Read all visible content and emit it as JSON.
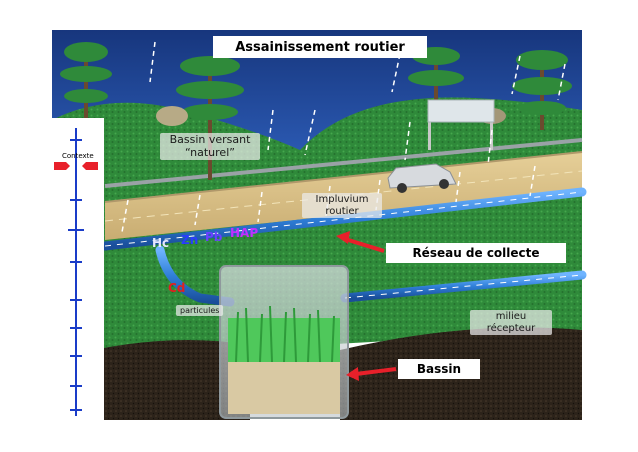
{
  "title": "Assainissement routier",
  "annotations": {
    "bassin_versant": "Bassin versant\n“naturel”",
    "impluvium": "Impluvium\nroutier",
    "particules": "particules",
    "milieu": "milieu\nrécepteur"
  },
  "callouts": {
    "reseau": "Réseau de collecte",
    "bassin": "Bassin"
  },
  "pollutants": [
    {
      "label": "Hc",
      "color": "#e8e8ff"
    },
    {
      "label": "Zn",
      "color": "#2a3cff"
    },
    {
      "label": "Pb",
      "color": "#6a40ff"
    },
    {
      "label": "HAP",
      "color": "#c030ff"
    },
    {
      "label": "Cd",
      "color": "#e02020"
    }
  ],
  "side_panel": {
    "label": "Contexte"
  },
  "colors": {
    "sky": "#1d3f8a",
    "grass": "#2f8a3a",
    "road": "#d9c089",
    "pipe": "#2f7fd8",
    "arrow": "#e8202a"
  }
}
